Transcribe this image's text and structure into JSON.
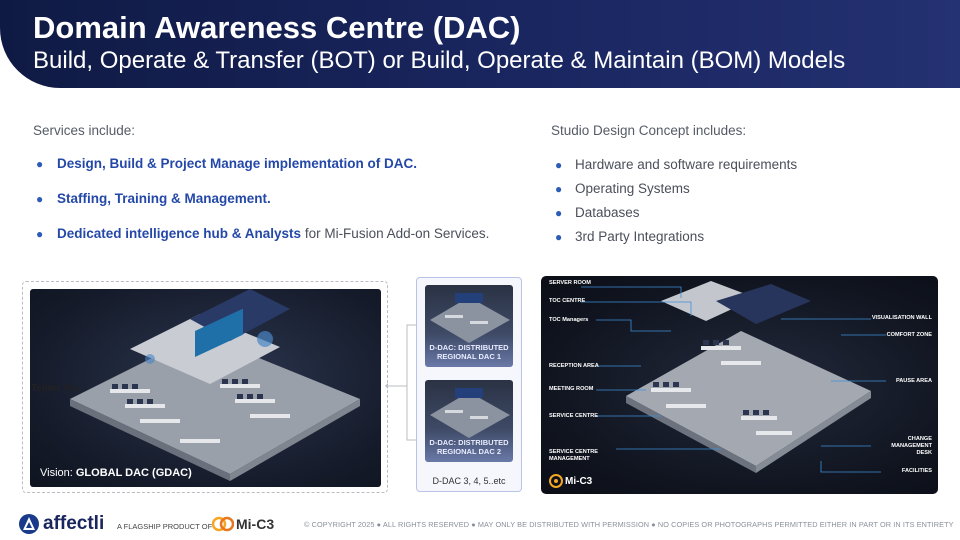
{
  "header": {
    "title": "Domain Awareness Centre (DAC)",
    "subtitle": "Build, Operate & Transfer (BOT) or Build, Operate & Maintain (BOM) Models"
  },
  "services": {
    "heading": "Services include:",
    "items": [
      {
        "bold": "Design, Build & Project Manage implementation of DAC.",
        "rest": ""
      },
      {
        "bold": "Staffing, Training & Management.",
        "rest": ""
      },
      {
        "bold": "Dedicated intelligence hub & Analysts",
        "rest": " for Mi-Fusion Add-on Services."
      }
    ]
  },
  "studio": {
    "heading": "Studio Design Concept includes:",
    "items": [
      "Hardware and software requirements",
      "Operating Systems",
      "Databases",
      "3rd Party Integrations"
    ]
  },
  "gdac": {
    "caption_prefix": "Vision: ",
    "caption_bold": "GLOBAL DAC (GDAC)",
    "side_label": "Tejion Toc"
  },
  "regional": {
    "card1": "D-DAC: DISTRIBUTED REGIONAL DAC 1",
    "card2": "D-DAC: DISTRIBUTED REGIONAL DAC 2",
    "more": "D-DAC 3, 4, 5..etc"
  },
  "studio_labels": {
    "server_room": "SERVER ROOM",
    "toc_centre": "TOC CENTRE",
    "toc_managers": "TOC Managers",
    "reception": "RECEPTION AREA",
    "meeting": "MEETING ROOM",
    "service_centre": "SERVICE CENTRE",
    "service_mgmt": "SERVICE CENTRE MANAGEMENT",
    "visualisation": "VISUALISATION WALL",
    "comfort": "COMFORT ZONE",
    "pause": "PAUSE AREA",
    "change_mgmt": "CHANGE MANAGEMENT DESK",
    "facilities": "FACILITIES",
    "logo": "Mi-C3"
  },
  "footer": {
    "brand": "affectli",
    "flagship": "A FLAGSHIP PRODUCT OF",
    "product": "Mi-C3",
    "copyright": "© COPYRIGHT 2025 ● ALL RIGHTS RESERVED ● MAY ONLY BE DISTRIBUTED WITH PERMISSION ● NO COPIES OR PHOTOGRAPHS PERMITTED EITHER IN PART OR IN ITS ENTIRETY"
  }
}
